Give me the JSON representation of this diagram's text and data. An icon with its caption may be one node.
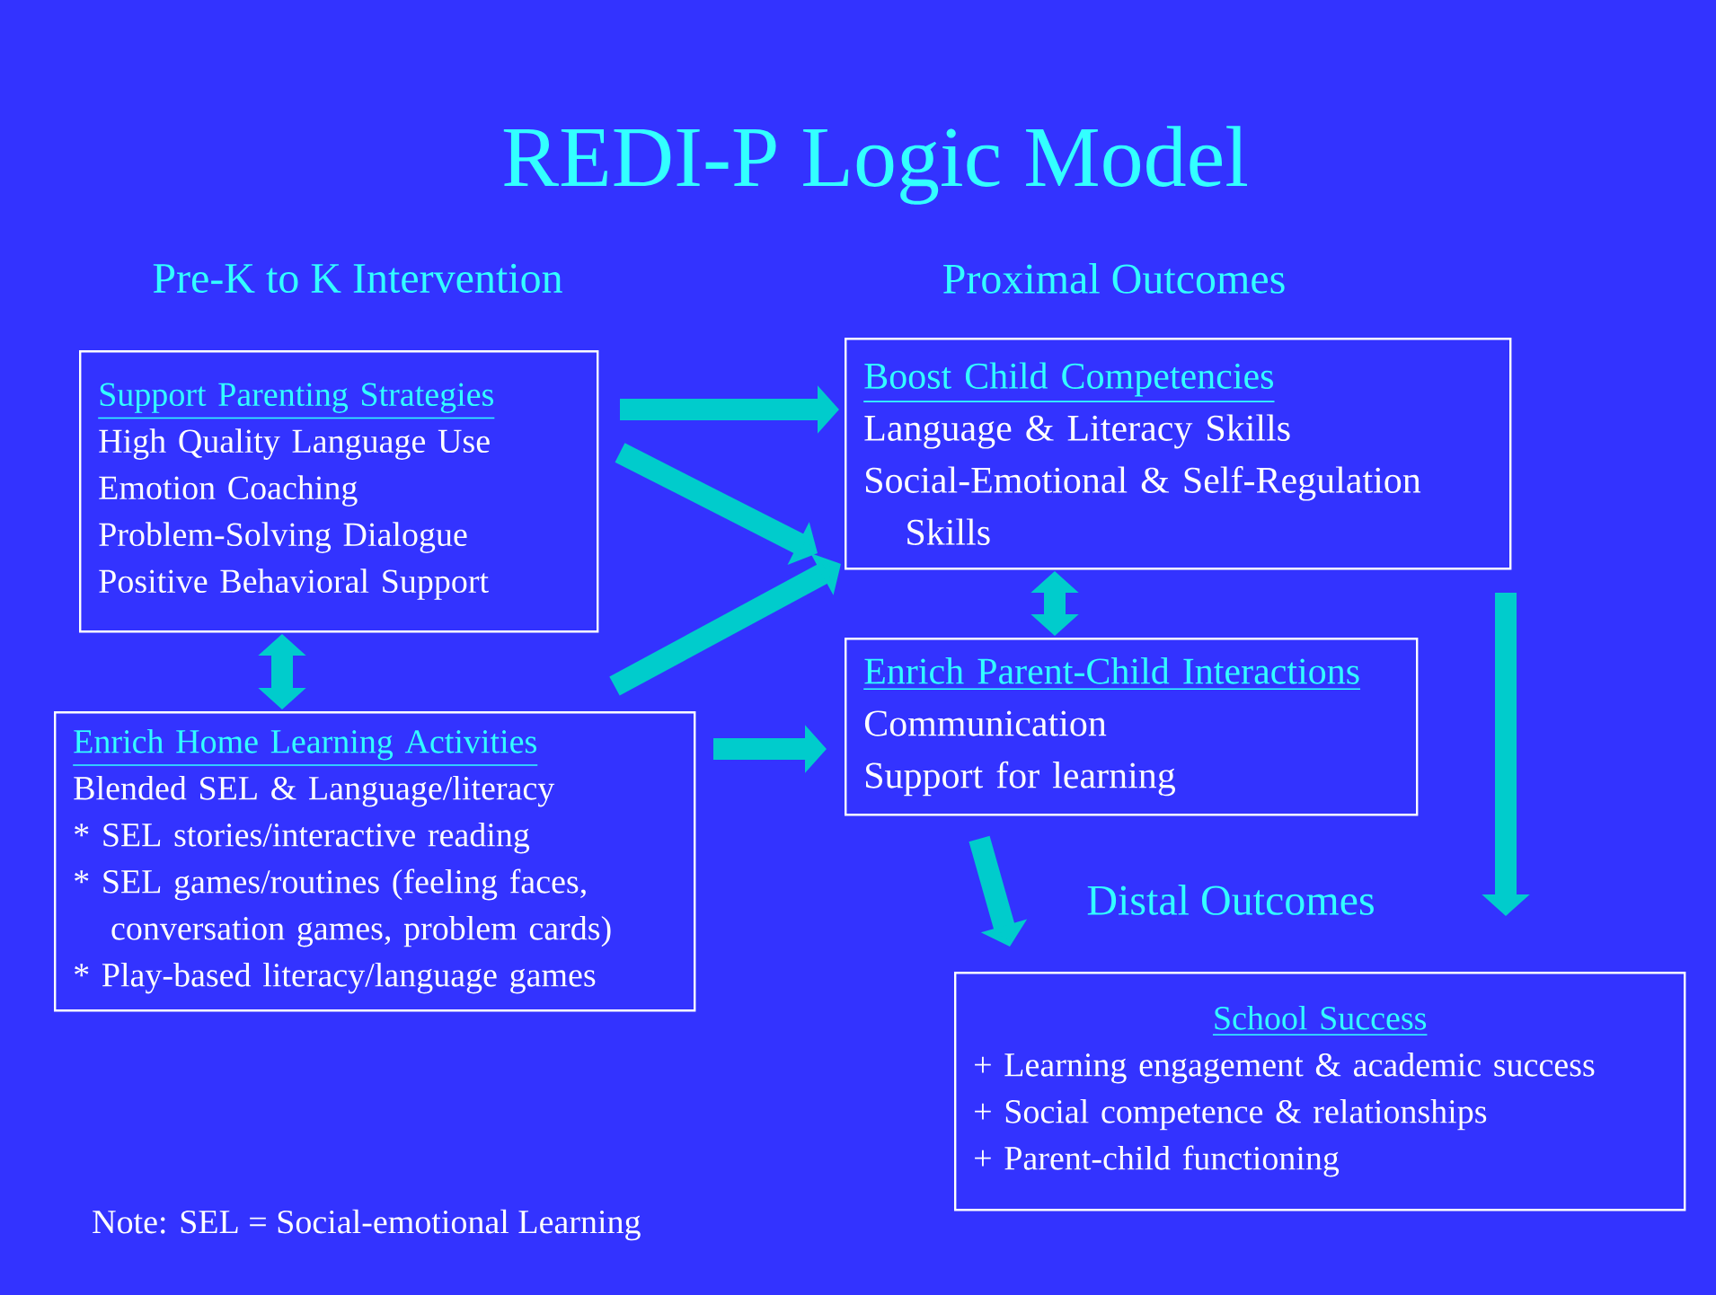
{
  "diagram": {
    "title": "REDI-P Logic Model",
    "nodes": [
      {
        "text": [
          "Support Parenting Strategies",
          "High Quality Language Use",
          "Emotion Coaching",
          "Problem-Solving Dialogue",
          "Positive Behavioral Support"
        ]
      },
      {
        "text": [
          "Boost Child Competencies",
          "Language & Literacy Skills",
          "Social-Emotional & Self-Regulation Skills"
        ]
      },
      {
        "text": [
          "Enrich Home Learning Activities",
          "Blended SEL & Language/literacy",
          "* SEL stories/interactive reading",
          "* SEL games/routines (feeling faces, conversation games, problem cards)",
          "* Play-based literacy/language games"
        ]
      },
      {
        "text": [
          "Enrich Parent-Child Interactions",
          "Communication",
          "Support for learning"
        ]
      },
      {
        "text": [
          "School Success",
          "+ Learning engagement & academic success",
          "+ Social competence & relationships",
          "+ Parent-child functioning"
        ]
      }
    ],
    "edges": [
      {
        "from": 0,
        "to": 1,
        "arrow": "to"
      },
      {
        "from": 0,
        "to": 1,
        "arrow": "to"
      },
      {
        "from": 2,
        "to": 1,
        "arrow": "to"
      },
      {
        "from": 0,
        "to": 2,
        "arrow": "both"
      },
      {
        "from": 2,
        "to": 3,
        "arrow": "to"
      },
      {
        "from": 1,
        "to": 3,
        "arrow": "both"
      },
      {
        "from": 3,
        "to": 4,
        "arrow": "to"
      },
      {
        "from": 1,
        "to": 4,
        "arrow": "to"
      }
    ],
    "labels": [
      "Pre-K to K Intervention",
      "Proximal Outcomes",
      "Distal Outcomes",
      "Note: SEL = Social-emotional Learning"
    ]
  }
}
